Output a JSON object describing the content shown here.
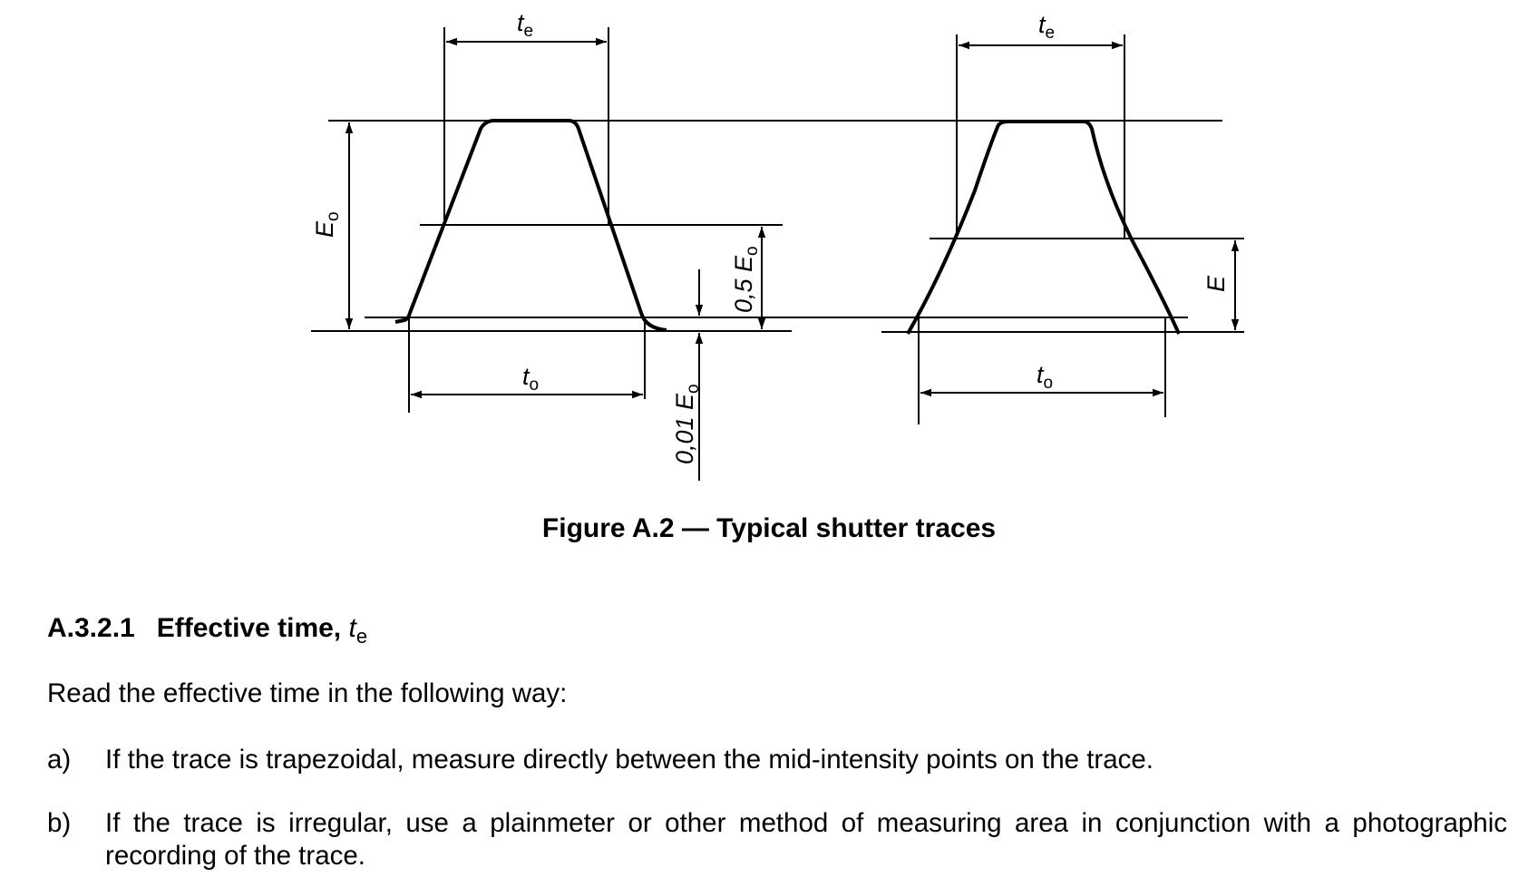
{
  "figure": {
    "labels": {
      "te_base": "t",
      "te_sub": "e",
      "to_base": "t",
      "to_sub": "o",
      "eo_base": "E",
      "eo_sub": "o",
      "e_base": "E",
      "half_eo": "0,5 E",
      "half_eo_sub": "o",
      "hundredth_eo": "0,01 E",
      "hundredth_eo_sub": "o"
    },
    "caption": "Figure A.2 — Typical shutter traces"
  },
  "section": {
    "number": "A.3.2.1",
    "title": "Effective time,",
    "symbol_base": "t",
    "symbol_sub": "e",
    "intro": "Read the effective time in the following way:",
    "items": [
      {
        "marker": "a)",
        "text": "If the trace is trapezoidal, measure directly between the mid-intensity points on the trace."
      },
      {
        "marker": "b)",
        "text": "If the trace is irregular, use a plainmeter or other method of measuring area in conjunction with a photographic recording of the trace."
      }
    ]
  }
}
